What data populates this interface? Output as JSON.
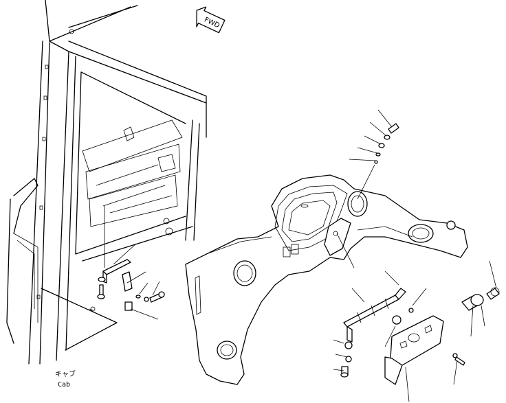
{
  "labels": {
    "cab_jp": "キャブ",
    "cab_en": "Cab",
    "fwd": "FWD"
  }
}
